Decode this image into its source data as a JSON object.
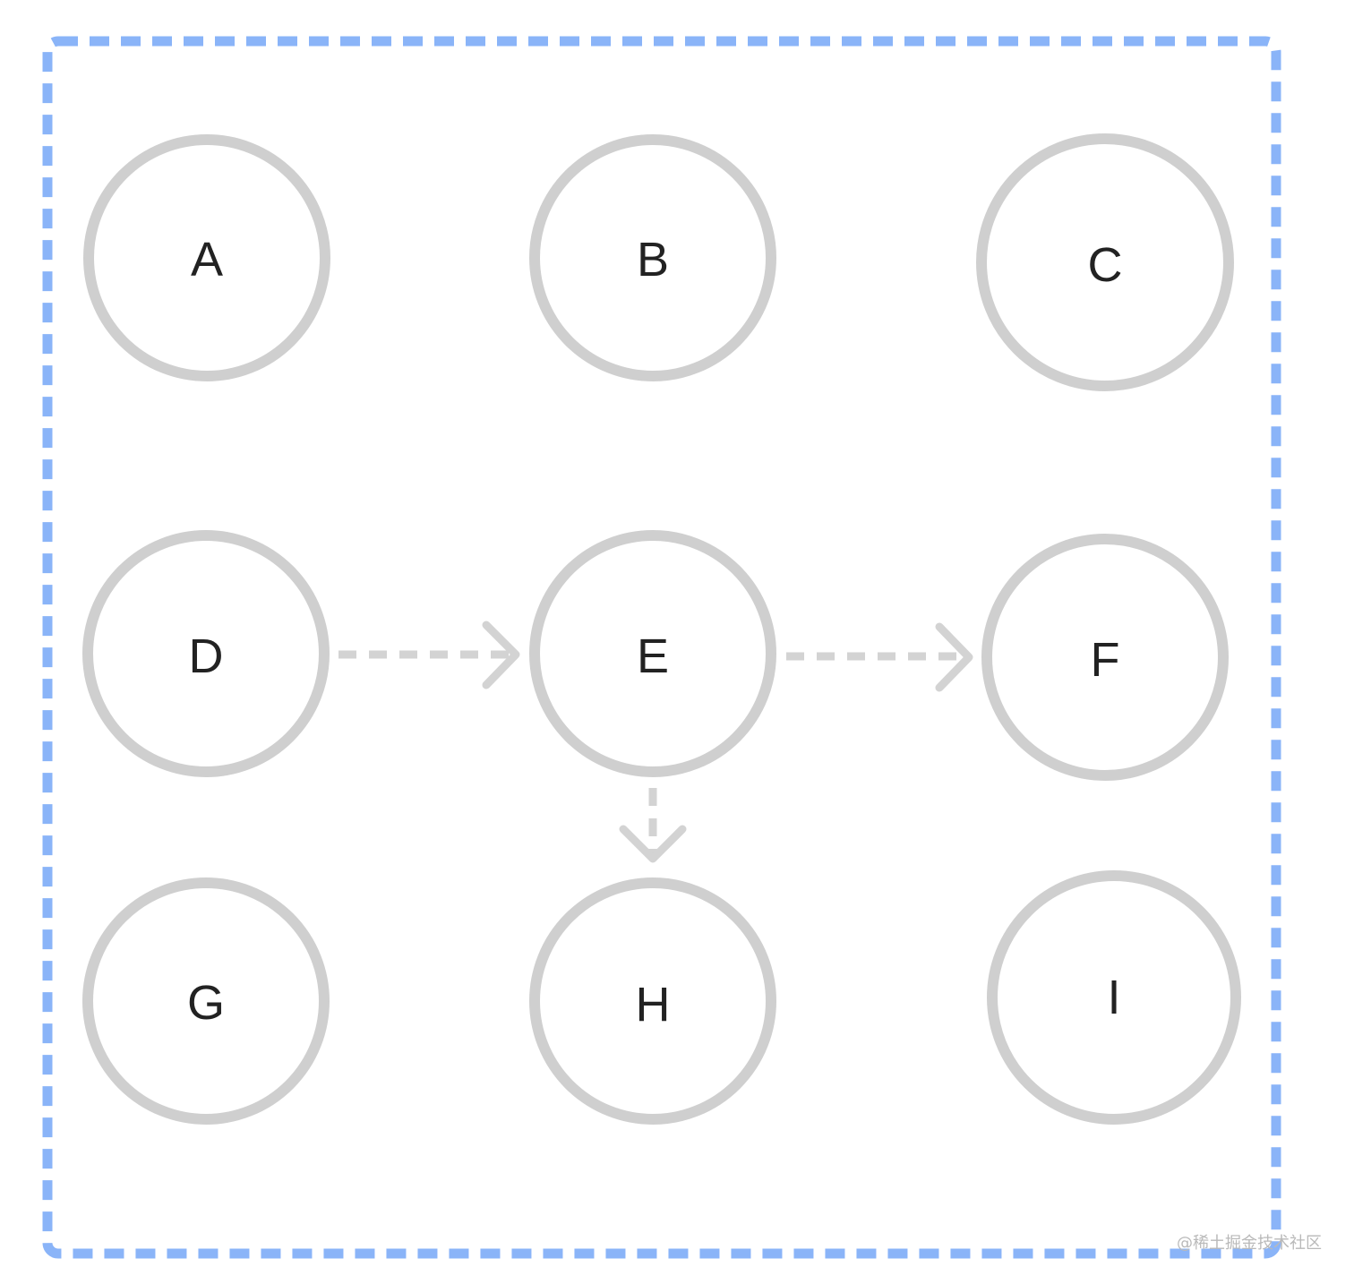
{
  "colors": {
    "frame": "#8ab4f8",
    "node_stroke": "#cfcfcf",
    "arrow": "#d3d3d3",
    "label": "#222222"
  },
  "nodes": {
    "a": "A",
    "b": "B",
    "c": "C",
    "d": "D",
    "e": "E",
    "f": "F",
    "g": "G",
    "h": "H",
    "i": "I"
  },
  "edges": [
    {
      "from": "D",
      "to": "E"
    },
    {
      "from": "E",
      "to": "F"
    },
    {
      "from": "E",
      "to": "H"
    }
  ],
  "watermark": "@稀土掘金技术社区"
}
